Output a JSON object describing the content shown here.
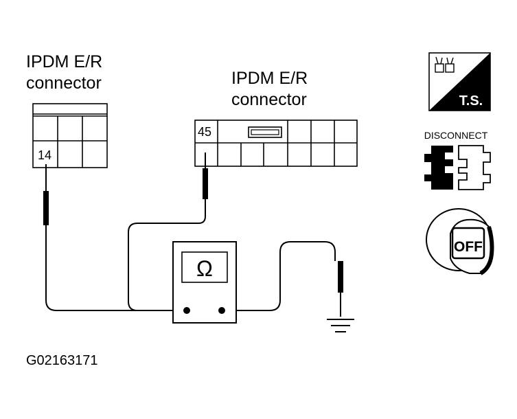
{
  "connector_left": {
    "label_line1": "IPDM E/R",
    "label_line2": "connector",
    "pin": "14"
  },
  "connector_right": {
    "label_line1": "IPDM E/R",
    "label_line2": "connector",
    "pin": "45"
  },
  "meter": {
    "symbol": "Ω"
  },
  "icons": {
    "ts": {
      "text": "T.S."
    },
    "disconnect": {
      "text": "DISCONNECT"
    },
    "ignition": {
      "text": "OFF"
    }
  },
  "figure_id": "G02163171"
}
